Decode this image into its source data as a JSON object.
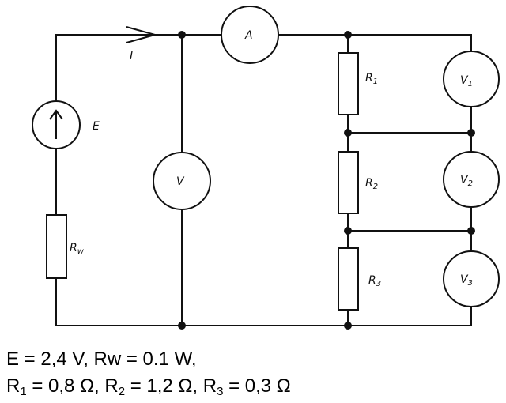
{
  "circuit": {
    "source_label": "E",
    "internal_resistor_label": "R",
    "internal_resistor_sub": "w",
    "current_label": "I",
    "ammeter_label": "A",
    "voltmeter_label": "V",
    "resistors": [
      {
        "label": "R",
        "sub": "1"
      },
      {
        "label": "R",
        "sub": "2"
      },
      {
        "label": "R",
        "sub": "3"
      }
    ],
    "voltmeters": [
      {
        "label": "V",
        "sub": "1"
      },
      {
        "label": "V",
        "sub": "2"
      },
      {
        "label": "V",
        "sub": "3"
      }
    ]
  },
  "params": {
    "line1": "E = 2,4 V, Rw = 0.1 W,",
    "line2": {
      "r1_symbol": "R",
      "r1_sub": "1",
      "r1_value": " = 0,8 Ω, ",
      "r2_symbol": "R",
      "r2_sub": "2",
      "r2_value": " = 1,2 Ω, ",
      "r3_symbol": "R",
      "r3_sub": "3",
      "r3_value": " = 0,3 Ω"
    }
  }
}
